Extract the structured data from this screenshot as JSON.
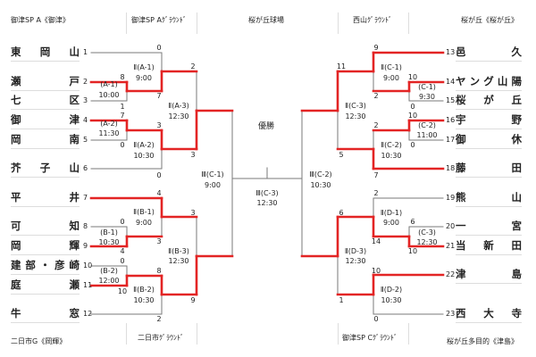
{
  "headers": {
    "top": [
      "御津SP A《御津》",
      "御津SP Aｸﾞﾗｳﾝﾄﾞ",
      "桜が丘球場",
      "西山ｸﾞﾗｳﾝﾄﾞ",
      "桜が丘《桜が丘》"
    ],
    "bottom": [
      "二日市G《岡輝》",
      "二日市ｸﾞﾗｳﾝﾄﾞ",
      "御津SP Cｸﾞﾗｳﾝﾄﾞ",
      "桜が丘多目的《津島》"
    ]
  },
  "champion_label": "優勝",
  "teams_left": [
    {
      "seed": "1",
      "name": "東岡山"
    },
    {
      "seed": "2",
      "name": "瀬戸"
    },
    {
      "seed": "3",
      "name": "七区"
    },
    {
      "seed": "4",
      "name": "御津"
    },
    {
      "seed": "5",
      "name": "岡南"
    },
    {
      "seed": "6",
      "name": "芥子山"
    },
    {
      "seed": "7",
      "name": "平井"
    },
    {
      "seed": "8",
      "name": "可知"
    },
    {
      "seed": "9",
      "name": "岡輝"
    },
    {
      "seed": "10",
      "name": "建部・彦崎"
    },
    {
      "seed": "11",
      "name": "庭瀬"
    },
    {
      "seed": "12",
      "name": "牛窓"
    }
  ],
  "teams_right": [
    {
      "seed": "13",
      "name": "邑久"
    },
    {
      "seed": "14",
      "name": "ヤング山陽"
    },
    {
      "seed": "15",
      "name": "桜が丘"
    },
    {
      "seed": "16",
      "name": "宇野"
    },
    {
      "seed": "17",
      "name": "御休"
    },
    {
      "seed": "18",
      "name": "藤田"
    },
    {
      "seed": "19",
      "name": "熊山"
    },
    {
      "seed": "20",
      "name": "一宮"
    },
    {
      "seed": "21",
      "name": "当新田"
    },
    {
      "seed": "22",
      "name": "津島"
    },
    {
      "seed": "23",
      "name": "西大寺"
    }
  ],
  "games": [
    {
      "label": "(A-1)",
      "time": "10:00",
      "scores": [
        "8",
        "1"
      ]
    },
    {
      "label": "(A-2)",
      "time": "11:30",
      "scores": [
        "7",
        "0"
      ]
    },
    {
      "label": "Ⅱ(A-1)",
      "time": "9:00",
      "scores": [
        "0",
        "7"
      ]
    },
    {
      "label": "Ⅱ(A-2)",
      "time": "10:30",
      "scores": [
        "3",
        "0"
      ]
    },
    {
      "label": "Ⅱ(A-3)",
      "time": "12:30",
      "scores": [
        "2",
        "3"
      ]
    },
    {
      "label": "(B-1)",
      "time": "10:30",
      "scores": [
        "0",
        "4"
      ]
    },
    {
      "label": "(B-2)",
      "time": "12:00",
      "scores": [
        "0",
        "10"
      ]
    },
    {
      "label": "Ⅱ(B-1)",
      "time": "9:00",
      "scores": [
        "4",
        "3"
      ]
    },
    {
      "label": "Ⅱ(B-2)",
      "time": "10:30",
      "scores": [
        "8",
        "2"
      ]
    },
    {
      "label": "Ⅱ(B-3)",
      "time": "12:30",
      "scores": [
        "3",
        "9"
      ]
    },
    {
      "label": "Ⅲ(C-1)",
      "time": "9:00",
      "scores": []
    },
    {
      "label": "Ⅲ(C-3)",
      "time": "12:30",
      "scores": []
    },
    {
      "label": "Ⅲ(C-2)",
      "time": "10:30",
      "scores": []
    },
    {
      "label": "(C-1)",
      "time": "9:30",
      "scores": [
        "10",
        "0"
      ]
    },
    {
      "label": "(C-2)",
      "time": "11:00",
      "scores": [
        "10",
        "0"
      ]
    },
    {
      "label": "Ⅱ(C-1)",
      "time": "9:00",
      "scores": [
        "9",
        "2"
      ]
    },
    {
      "label": "Ⅱ(C-2)",
      "time": "10:30",
      "scores": [
        "2",
        "7"
      ]
    },
    {
      "label": "Ⅱ(C-3)",
      "time": "12:30",
      "scores": [
        "11",
        "5"
      ]
    },
    {
      "label": "Ⅱ(D-1)",
      "time": "9:00",
      "scores": [
        "2",
        "14"
      ]
    },
    {
      "label": "(C-3)",
      "time": "12:30",
      "scores": [
        "6",
        "10"
      ]
    },
    {
      "label": "Ⅱ(D-2)",
      "time": "10:30",
      "scores": [
        "10",
        "0"
      ]
    },
    {
      "label": "Ⅱ(D-3)",
      "time": "12:30",
      "scores": [
        "6",
        "1"
      ]
    }
  ],
  "colors": {
    "winner_line": "#e32424",
    "line": "#7a7a7a"
  }
}
